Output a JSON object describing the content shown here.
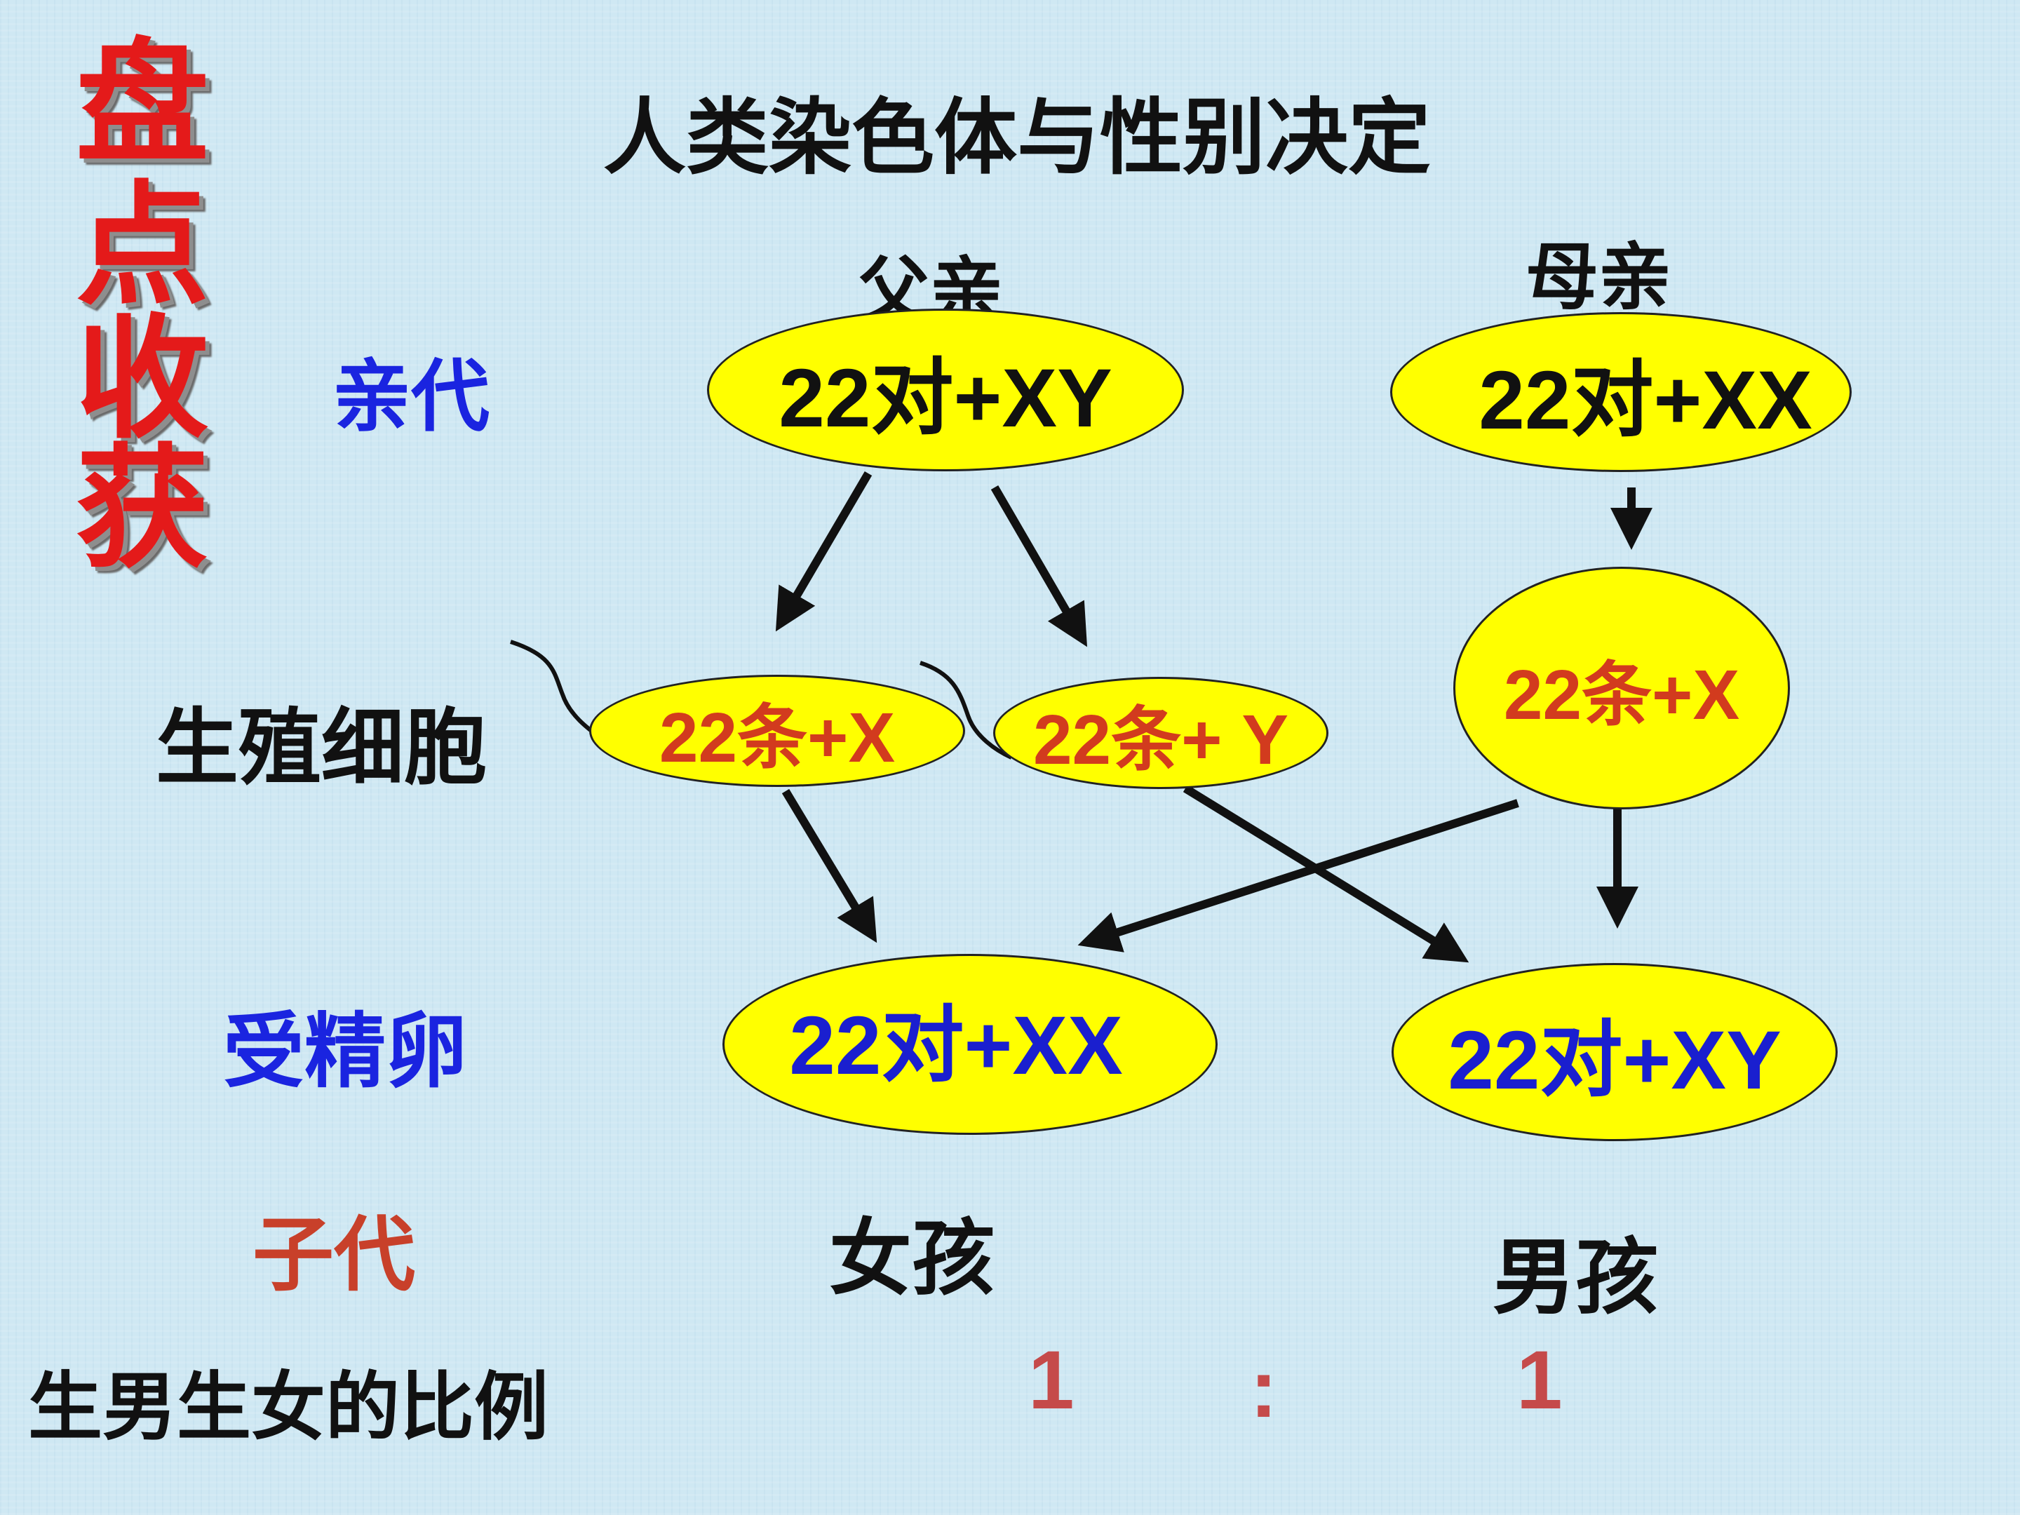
{
  "side_title": [
    "盘",
    "点",
    "收",
    "获"
  ],
  "title": "人类染色体与性别决定",
  "father_label": "父亲",
  "mother_label": "母亲",
  "rows": {
    "parent": "亲代",
    "germ_cell": "生殖细胞",
    "zygote": "受精卵",
    "offspring": "子代",
    "ratio": "生男生女的比例"
  },
  "father_genotype": "22对+XY",
  "mother_genotype": "22对+XX",
  "sperm_x": "22条+X",
  "sperm_y": "22条+ Y",
  "egg_x": "22条+X",
  "zygote_female": "22对+XX",
  "zygote_male": "22对+XY",
  "girl_label": "女孩",
  "boy_label": "男孩",
  "ratio": {
    "left": "1",
    "sep": ":",
    "right": "1"
  },
  "colors": {
    "background": "#cfe8f3",
    "ellipse_fill": "#ffff00",
    "side_title": "#e41a1a",
    "blue_label": "#1a24e0",
    "red_label": "#c8402a"
  }
}
